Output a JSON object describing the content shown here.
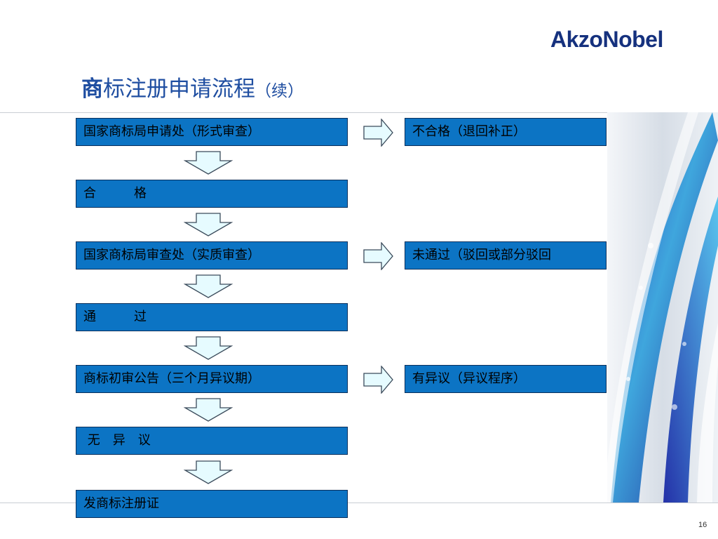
{
  "logo": "AkzoNobel",
  "title": {
    "first_char": "商",
    "rest": "标注册申请流程",
    "suffix": "（续）"
  },
  "flow": {
    "main": [
      "国家商标局申请处（形式审查）",
      "合　　　格",
      "国家商标局审查处（实质审查）",
      "通　　　过",
      "商标初审公告（三个月异议期）",
      " 无　异　议",
      "发商标注册证"
    ],
    "side": [
      "不合格（退回补正）",
      "未通过（驳回或部分驳回",
      "有异议（异议程序）"
    ]
  },
  "colors": {
    "box_fill": "#0c74c4",
    "box_border": "#0a2f5c",
    "title": "#1f4ea1",
    "logo": "#15317e",
    "arrow_fill": "#e6fbff"
  },
  "page_number": "16"
}
